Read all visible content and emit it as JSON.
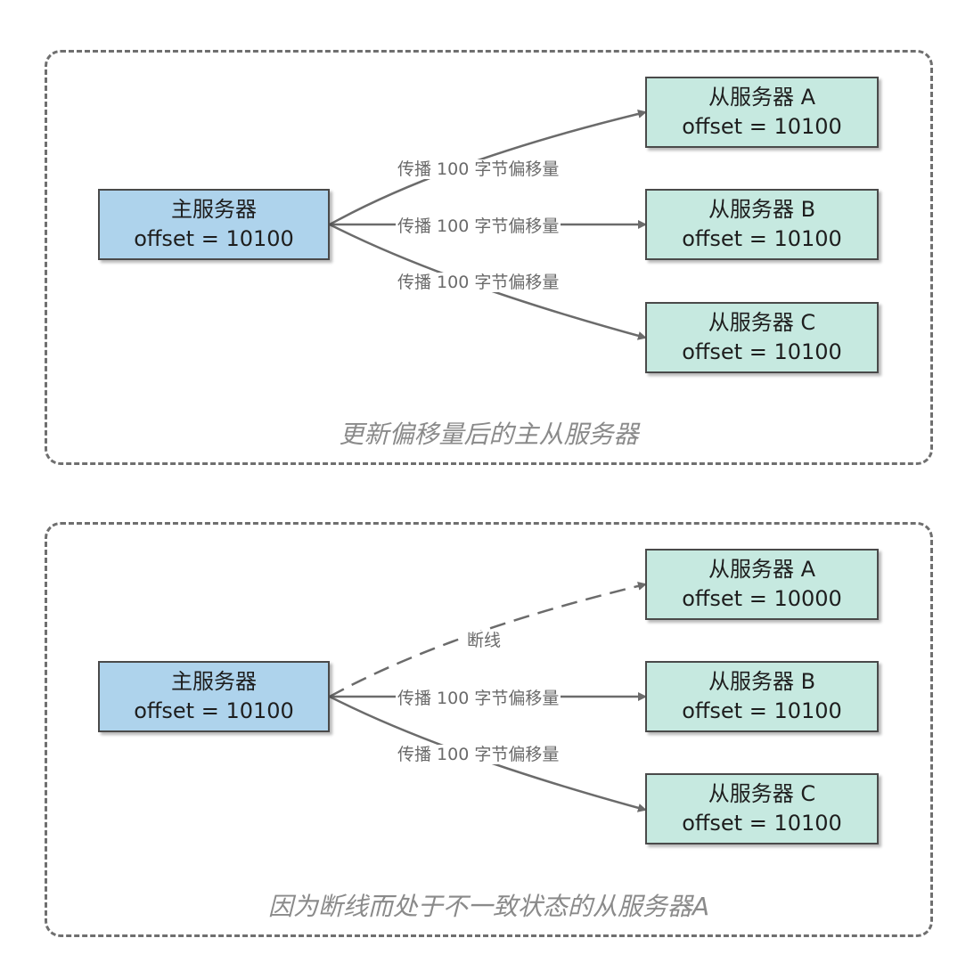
{
  "colors": {
    "master_fill": "#aed3ec",
    "slave_fill": "#c6e9e0",
    "border": "#4a4a4a",
    "edge": "#6b6b6b"
  },
  "groups": [
    {
      "caption": "更新偏移量后的主从服务器",
      "master": {
        "title": "主服务器",
        "offset": "offset = 10100"
      },
      "slaves": [
        {
          "title": "从服务器 A",
          "offset": "offset = 10100"
        },
        {
          "title": "从服务器 B",
          "offset": "offset = 10100"
        },
        {
          "title": "从服务器 C",
          "offset": "offset = 10100"
        }
      ],
      "edges": [
        {
          "label": "传播 100 字节偏移量",
          "style": "solid"
        },
        {
          "label": "传播 100 字节偏移量",
          "style": "solid"
        },
        {
          "label": "传播 100 字节偏移量",
          "style": "solid"
        }
      ]
    },
    {
      "caption": "因为断线而处于不一致状态的从服务器A",
      "master": {
        "title": "主服务器",
        "offset": "offset = 10100"
      },
      "slaves": [
        {
          "title": "从服务器 A",
          "offset": "offset = 10000"
        },
        {
          "title": "从服务器 B",
          "offset": "offset = 10100"
        },
        {
          "title": "从服务器 C",
          "offset": "offset = 10100"
        }
      ],
      "edges": [
        {
          "label": "断线",
          "style": "dashed"
        },
        {
          "label": "传播 100 字节偏移量",
          "style": "solid"
        },
        {
          "label": "传播 100 字节偏移量",
          "style": "solid"
        }
      ]
    }
  ]
}
